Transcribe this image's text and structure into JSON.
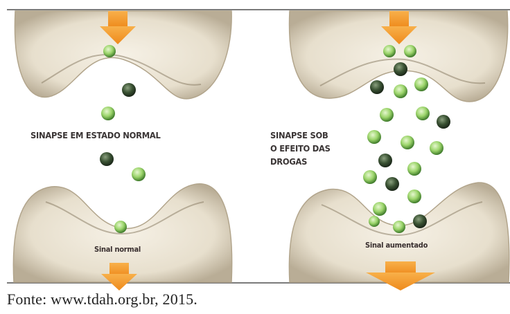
{
  "left_panel": {
    "label": "SINAPSE EM ESTADO NORMAL",
    "signal": "Sinal normal"
  },
  "right_panel": {
    "label": "SINAPSE SOB\nO EFEITO DAS\nDROGAS",
    "signal": "Sinal aumentado"
  },
  "source": "Fonte: www.tdah.org.br, 2015.",
  "colors": {
    "arrow": "#f39a2b",
    "vesicle_light": "#8fcf5a",
    "vesicle_dark": "#2f4a2a",
    "membrane": "#ece5d6"
  }
}
